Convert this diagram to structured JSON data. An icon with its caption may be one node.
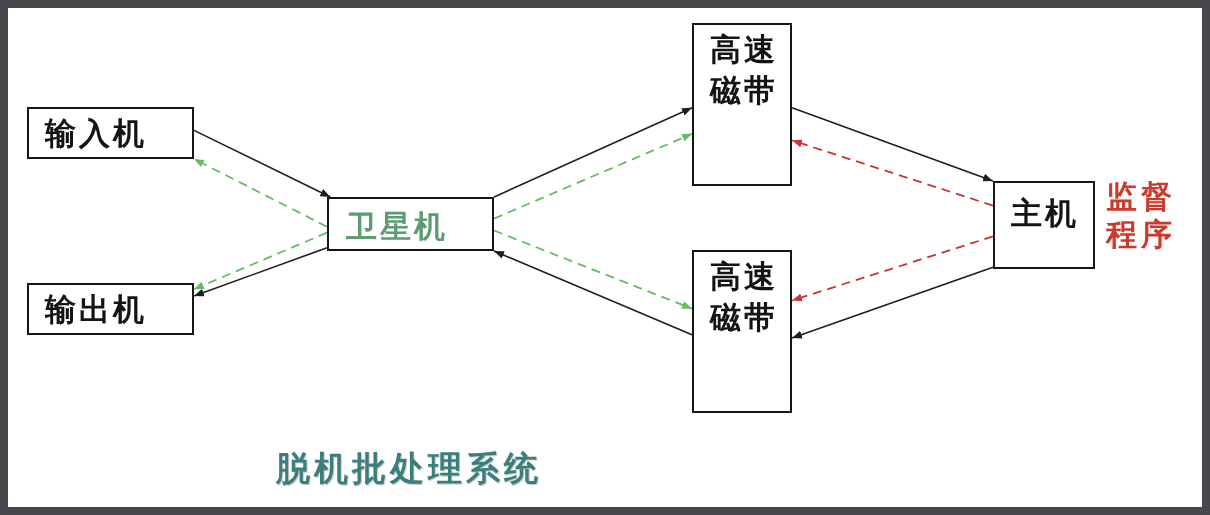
{
  "diagram": {
    "caption": "脱机批处理系统",
    "nodes": [
      {
        "text": [
          "输入机"
        ]
      },
      {
        "text": [
          "输出机"
        ]
      },
      {
        "text": [
          "卫星机"
        ]
      },
      {
        "text": [
          "高速磁带"
        ]
      },
      {
        "text": [
          "高速磁带"
        ]
      },
      {
        "text": [
          "主机"
        ],
        "beside": [
          "监督程序"
        ]
      }
    ],
    "edges": [
      {
        "from": 0,
        "to": 2,
        "arrow": "to"
      },
      {
        "from": 2,
        "to": 1,
        "arrow": "to"
      },
      {
        "from": 2,
        "to": 3,
        "arrow": "to"
      },
      {
        "from": 4,
        "to": 2,
        "arrow": "to"
      },
      {
        "from": 3,
        "to": 5,
        "arrow": "to"
      },
      {
        "from": 5,
        "to": 4,
        "arrow": "to"
      },
      {
        "from": 2,
        "to": 0,
        "arrow": "to",
        "style": "dashed",
        "color": "#66bb66"
      },
      {
        "from": 2,
        "to": 1,
        "arrow": "to",
        "style": "dashed",
        "color": "#66bb66"
      },
      {
        "from": 2,
        "to": 3,
        "arrow": "to",
        "style": "dashed",
        "color": "#66bb66"
      },
      {
        "from": 2,
        "to": 4,
        "arrow": "to",
        "style": "dashed",
        "color": "#66bb66"
      },
      {
        "from": 5,
        "to": 3,
        "arrow": "to",
        "style": "dashed",
        "color": "#cc3333"
      },
      {
        "from": 5,
        "to": 4,
        "arrow": "to",
        "style": "dashed",
        "color": "#cc3333"
      }
    ]
  }
}
